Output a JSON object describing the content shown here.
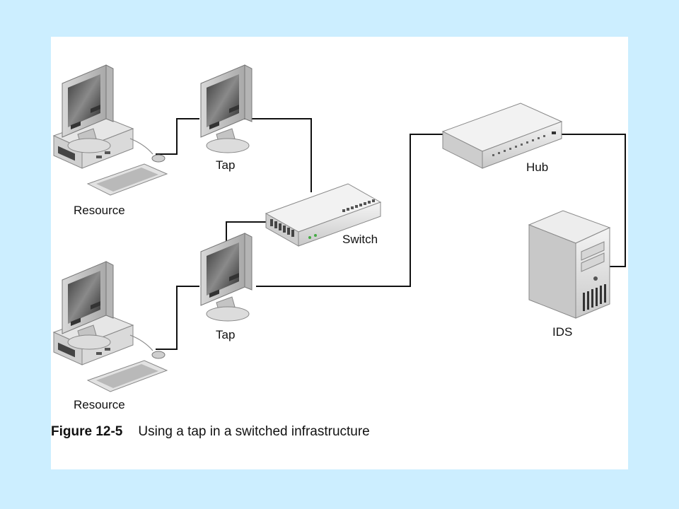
{
  "labels": {
    "resource_top": "Resource",
    "resource_bottom": "Resource",
    "tap_top": "Tap",
    "tap_bottom": "Tap",
    "switch": "Switch",
    "hub": "Hub",
    "ids": "IDS"
  },
  "caption": {
    "figure_number": "Figure 12-5",
    "text": "Using a tap in a switched infrastructure"
  },
  "colors": {
    "background": "#cceeff",
    "frame": "#ffffff",
    "line": "#111111"
  }
}
